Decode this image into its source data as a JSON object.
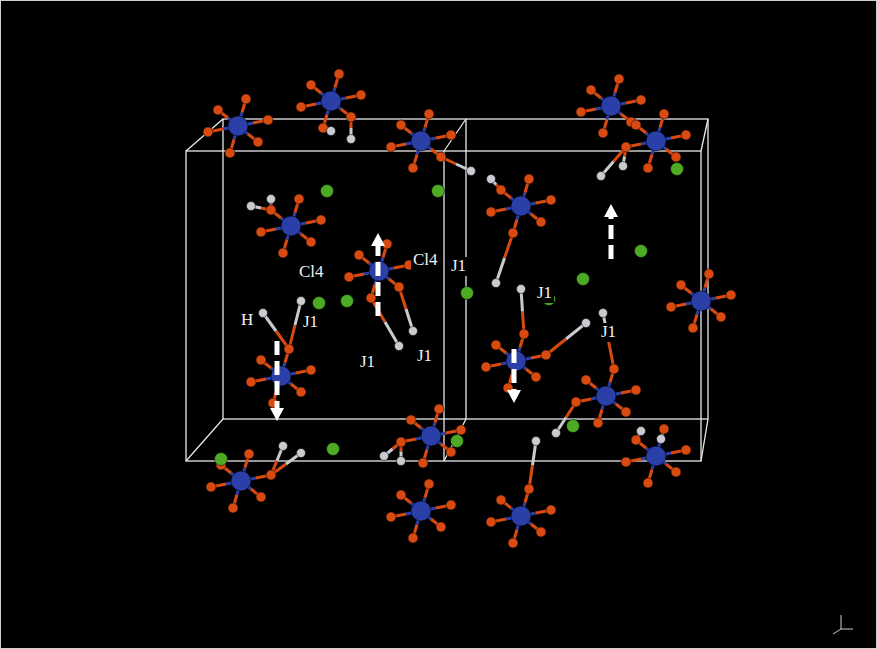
{
  "diagram": {
    "labels": [
      "Cl4",
      "Cl4",
      "H",
      "J1",
      "J1",
      "J1",
      "J1",
      "J1",
      "J1"
    ]
  }
}
